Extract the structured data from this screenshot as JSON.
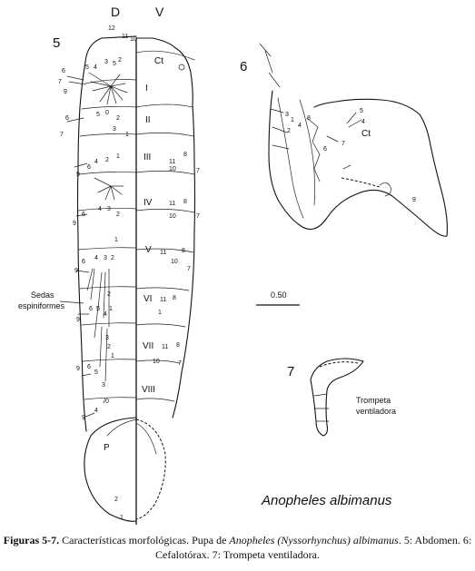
{
  "figure": {
    "label_d": "D",
    "label_v": "V",
    "fig5": "5",
    "fig6": "6",
    "fig7": "7",
    "species": "Anopheles albimanus",
    "segments_v": [
      "Ct",
      "I",
      "II",
      "III",
      "IV",
      "V",
      "VI",
      "VII",
      "VIII"
    ],
    "paddle": "P",
    "spine_label_1": "Sedas",
    "spine_label_2": "espiniformes",
    "cephalothorax": "Ct",
    "scale_bar": "0.50",
    "trumpet_label_1": "Trompeta",
    "trumpet_label_2": "ventiladora"
  },
  "caption": {
    "bold": "Figuras 5-7.",
    "text1": " Características morfológicas. Pupa de ",
    "italic": "Anopheles (Nyssorhynchus) albimanus",
    "text2": ". 5: Abdomen. 6: Cefalotórax. 7: Trompeta ventiladora."
  }
}
